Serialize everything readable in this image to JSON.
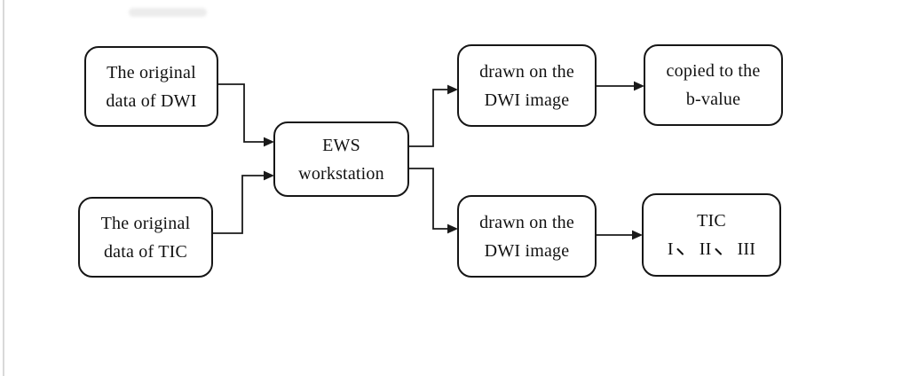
{
  "diagram": {
    "type": "flowchart",
    "nodes": {
      "dwi_source": {
        "line1": "The original",
        "line2": "data of DWI"
      },
      "tic_source": {
        "line1": "The original",
        "line2": "data of TIC"
      },
      "ews": {
        "line1": "EWS",
        "line2": "workstation"
      },
      "drawn_top": {
        "line1": "drawn on the",
        "line2": "DWI image"
      },
      "b_value": {
        "line1": "copied to the",
        "line2": "b-value"
      },
      "drawn_bottom": {
        "line1": "drawn on the",
        "line2": "DWI image"
      },
      "tic_curves": {
        "line1": "TIC",
        "line2": "I、 II、 III",
        "line2_items": [
          "I",
          "II",
          "III"
        ],
        "line2_separator": "、"
      }
    },
    "edges": [
      {
        "from": "dwi_source",
        "to": "ews"
      },
      {
        "from": "tic_source",
        "to": "ews"
      },
      {
        "from": "ews",
        "to": "drawn_top"
      },
      {
        "from": "ews",
        "to": "drawn_bottom"
      },
      {
        "from": "drawn_top",
        "to": "b_value"
      },
      {
        "from": "drawn_bottom",
        "to": "tic_curves"
      }
    ]
  },
  "colors": {
    "background": "#ffffff",
    "line": "#1a1a1a",
    "border": "#161616",
    "text": "#111111",
    "page_edge": "#d9d9d9"
  }
}
